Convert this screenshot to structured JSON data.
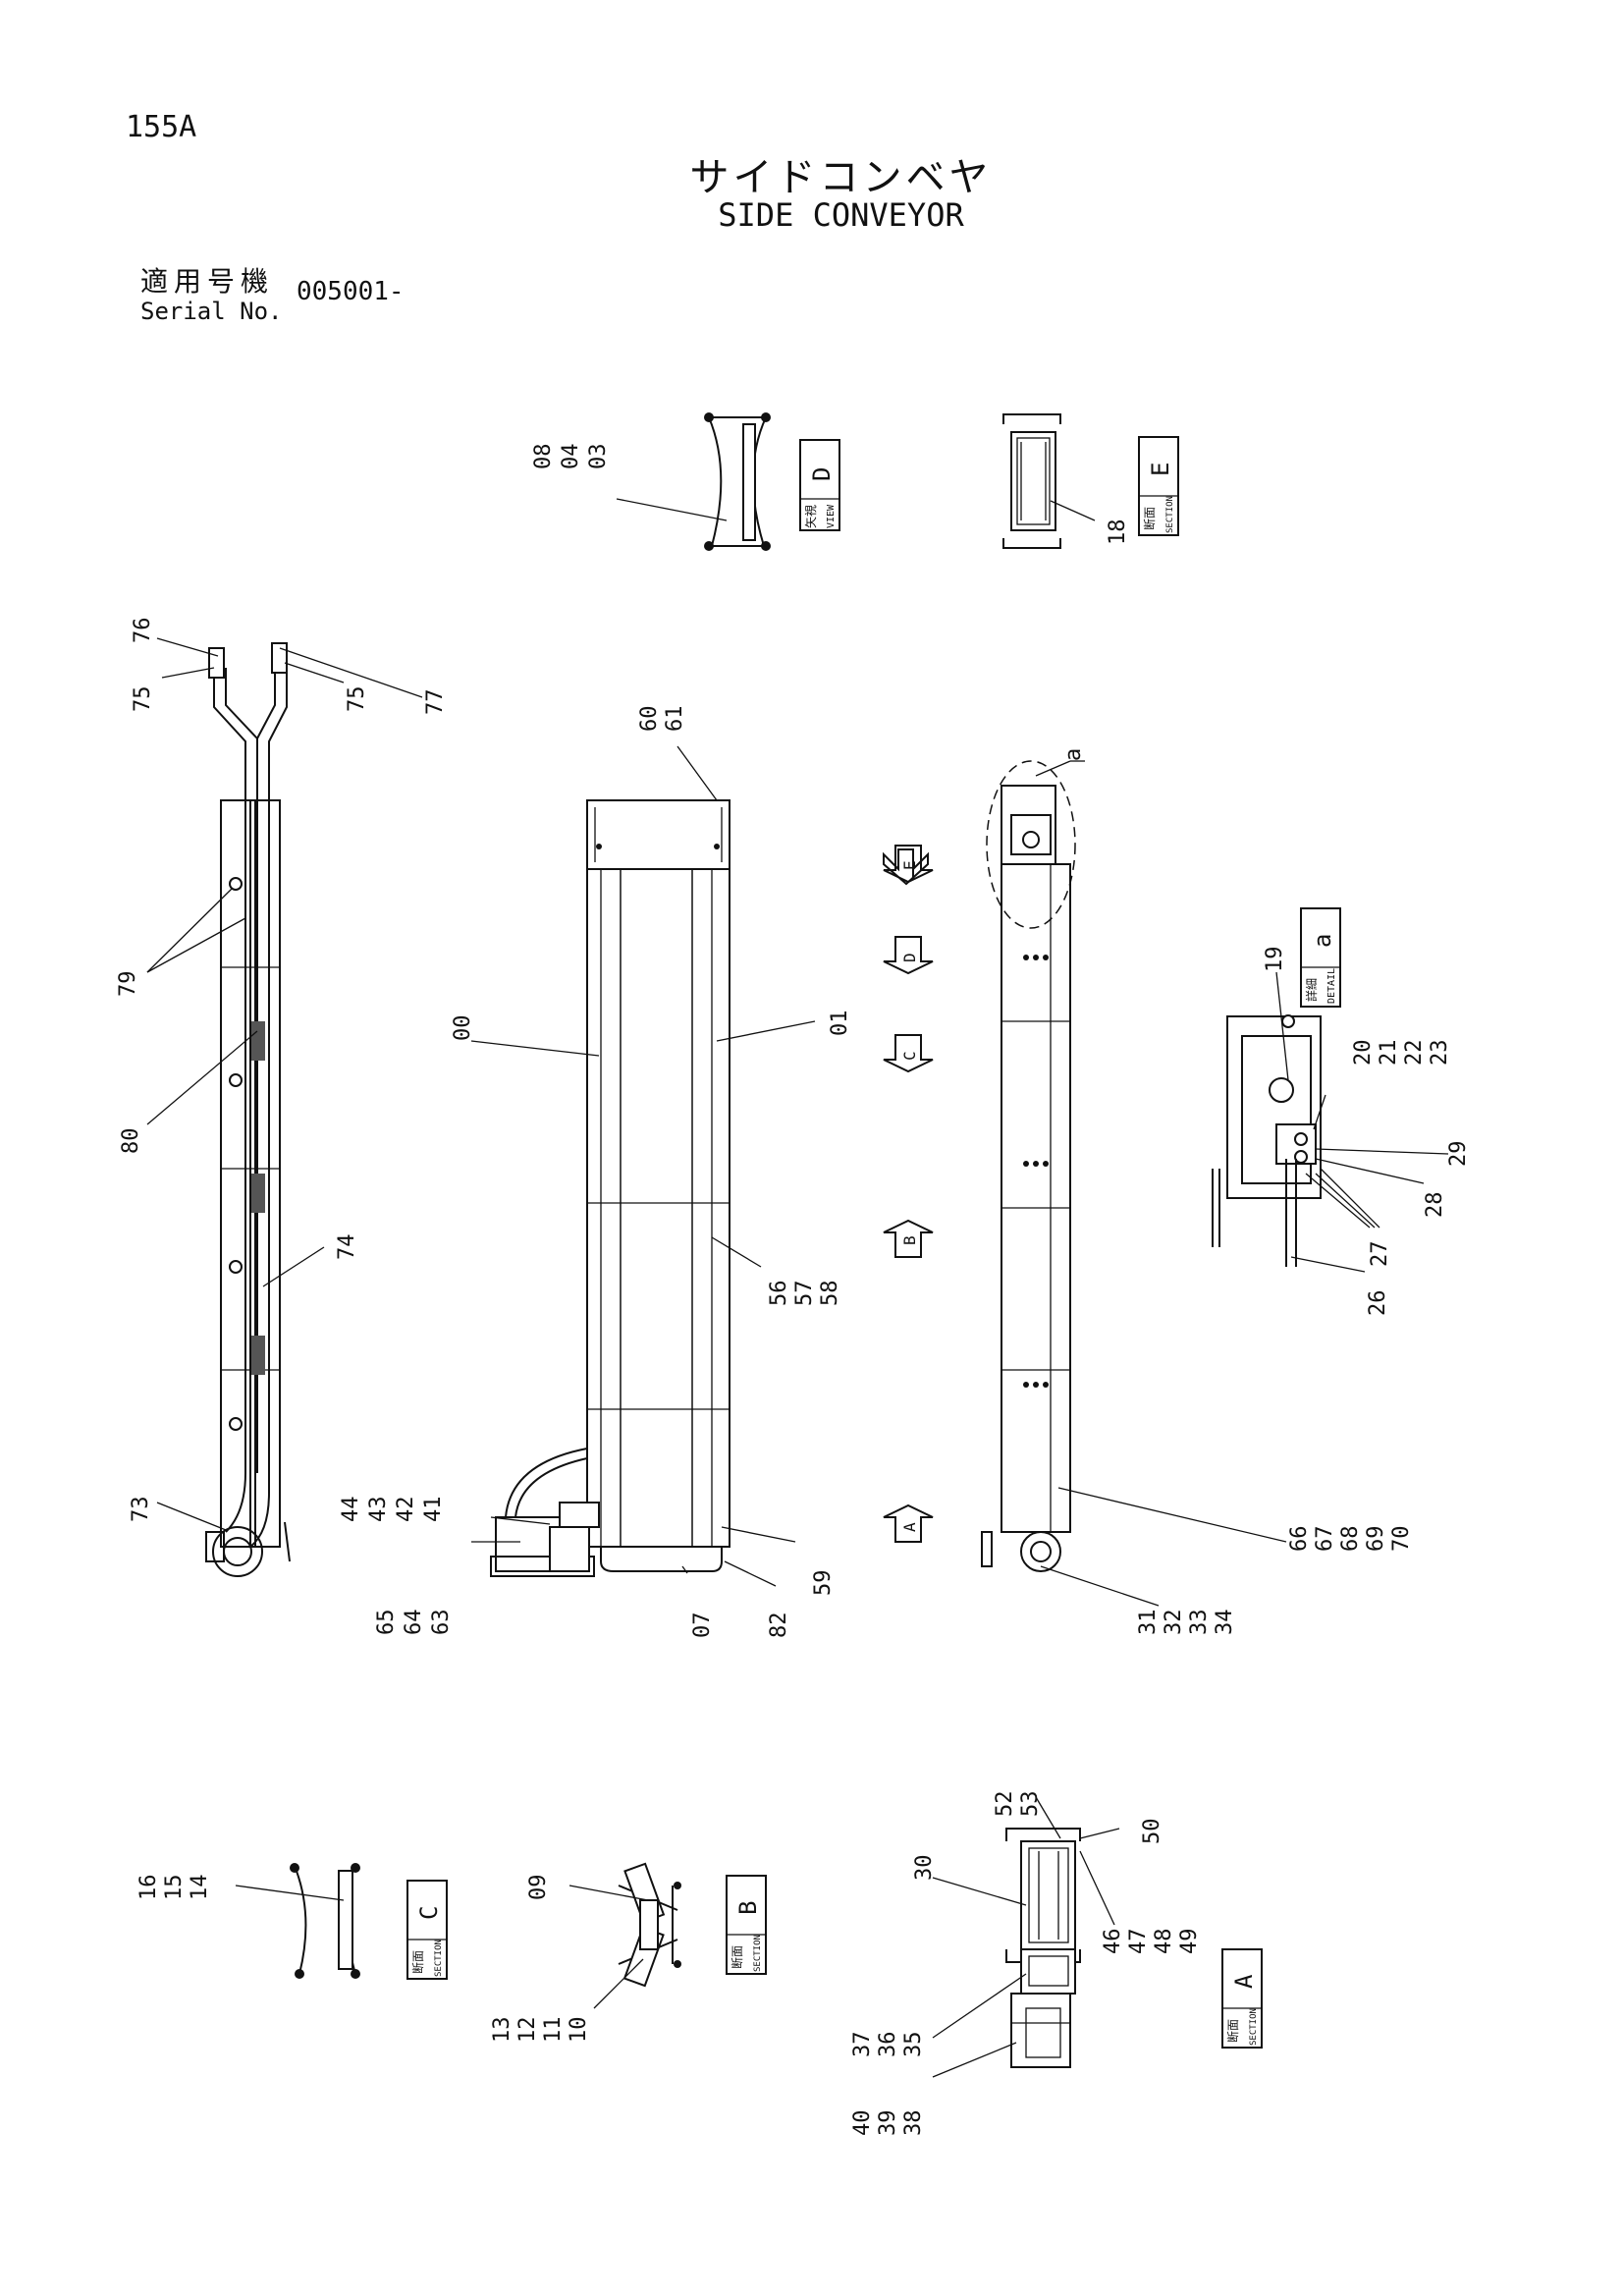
{
  "header": {
    "page_number": "155A",
    "title_jp": "サイドコンベヤ",
    "title_en": "SIDE CONVEYOR"
  },
  "serial": {
    "label_jp": "適用号機",
    "label_en": "Serial No.",
    "value": "005001-"
  },
  "views": {
    "view_d": {
      "kind_jp": "矢視",
      "kind_en": "VIEW",
      "letter": "D"
    },
    "section_e": {
      "kind_jp": "断面",
      "kind_en": "SECTION",
      "letter": "E"
    },
    "detail_a": {
      "kind_jp": "詳細",
      "kind_en": "DETAIL",
      "letter": "a"
    },
    "section_c": {
      "kind_jp": "断面",
      "kind_en": "SECTION",
      "letter": "C"
    },
    "section_b": {
      "kind_jp": "断面",
      "kind_en": "SECTION",
      "letter": "B"
    },
    "section_a": {
      "kind_jp": "断面",
      "kind_en": "SECTION",
      "letter": "A"
    }
  },
  "arrows": [
    "E",
    "D",
    "C",
    "B",
    "A"
  ],
  "detail_marker": "a",
  "callouts": {
    "c_08_04_03": [
      "08",
      "04",
      "03"
    ],
    "c_18": [
      "18"
    ],
    "c_76": [
      "76"
    ],
    "c_75a": [
      "75"
    ],
    "c_75b": [
      "75"
    ],
    "c_77": [
      "77"
    ],
    "c_60_61": [
      "60",
      "61"
    ],
    "c_79": [
      "79"
    ],
    "c_80": [
      "80"
    ],
    "c_74": [
      "74"
    ],
    "c_73": [
      "73"
    ],
    "c_00": [
      "00"
    ],
    "c_01": [
      "01"
    ],
    "c_56_57_58": [
      "56",
      "57",
      "58"
    ],
    "c_44_41": [
      "44",
      "43",
      "42",
      "41"
    ],
    "c_65_63": [
      "65",
      "64",
      "63"
    ],
    "c_07": [
      "07"
    ],
    "c_82": [
      "82"
    ],
    "c_59": [
      "59"
    ],
    "c_19": [
      "19"
    ],
    "c_20_23": [
      "20",
      "21",
      "22",
      "23"
    ],
    "c_29": [
      "29"
    ],
    "c_28": [
      "28"
    ],
    "c_27": [
      "27"
    ],
    "c_26": [
      "26"
    ],
    "c_66_70": [
      "66",
      "67",
      "68",
      "69",
      "70"
    ],
    "c_31_34": [
      "31",
      "32",
      "33",
      "34"
    ],
    "c_16_14": [
      "16",
      "15",
      "14"
    ],
    "c_09": [
      "09"
    ],
    "c_13_10": [
      "13",
      "12",
      "11",
      "10"
    ],
    "c_52_53": [
      "52",
      "53"
    ],
    "c_50": [
      "50"
    ],
    "c_30": [
      "30"
    ],
    "c_46_49": [
      "46",
      "47",
      "48",
      "49"
    ],
    "c_37_35": [
      "37",
      "36",
      "35"
    ],
    "c_40_38": [
      "40",
      "39",
      "38"
    ]
  }
}
